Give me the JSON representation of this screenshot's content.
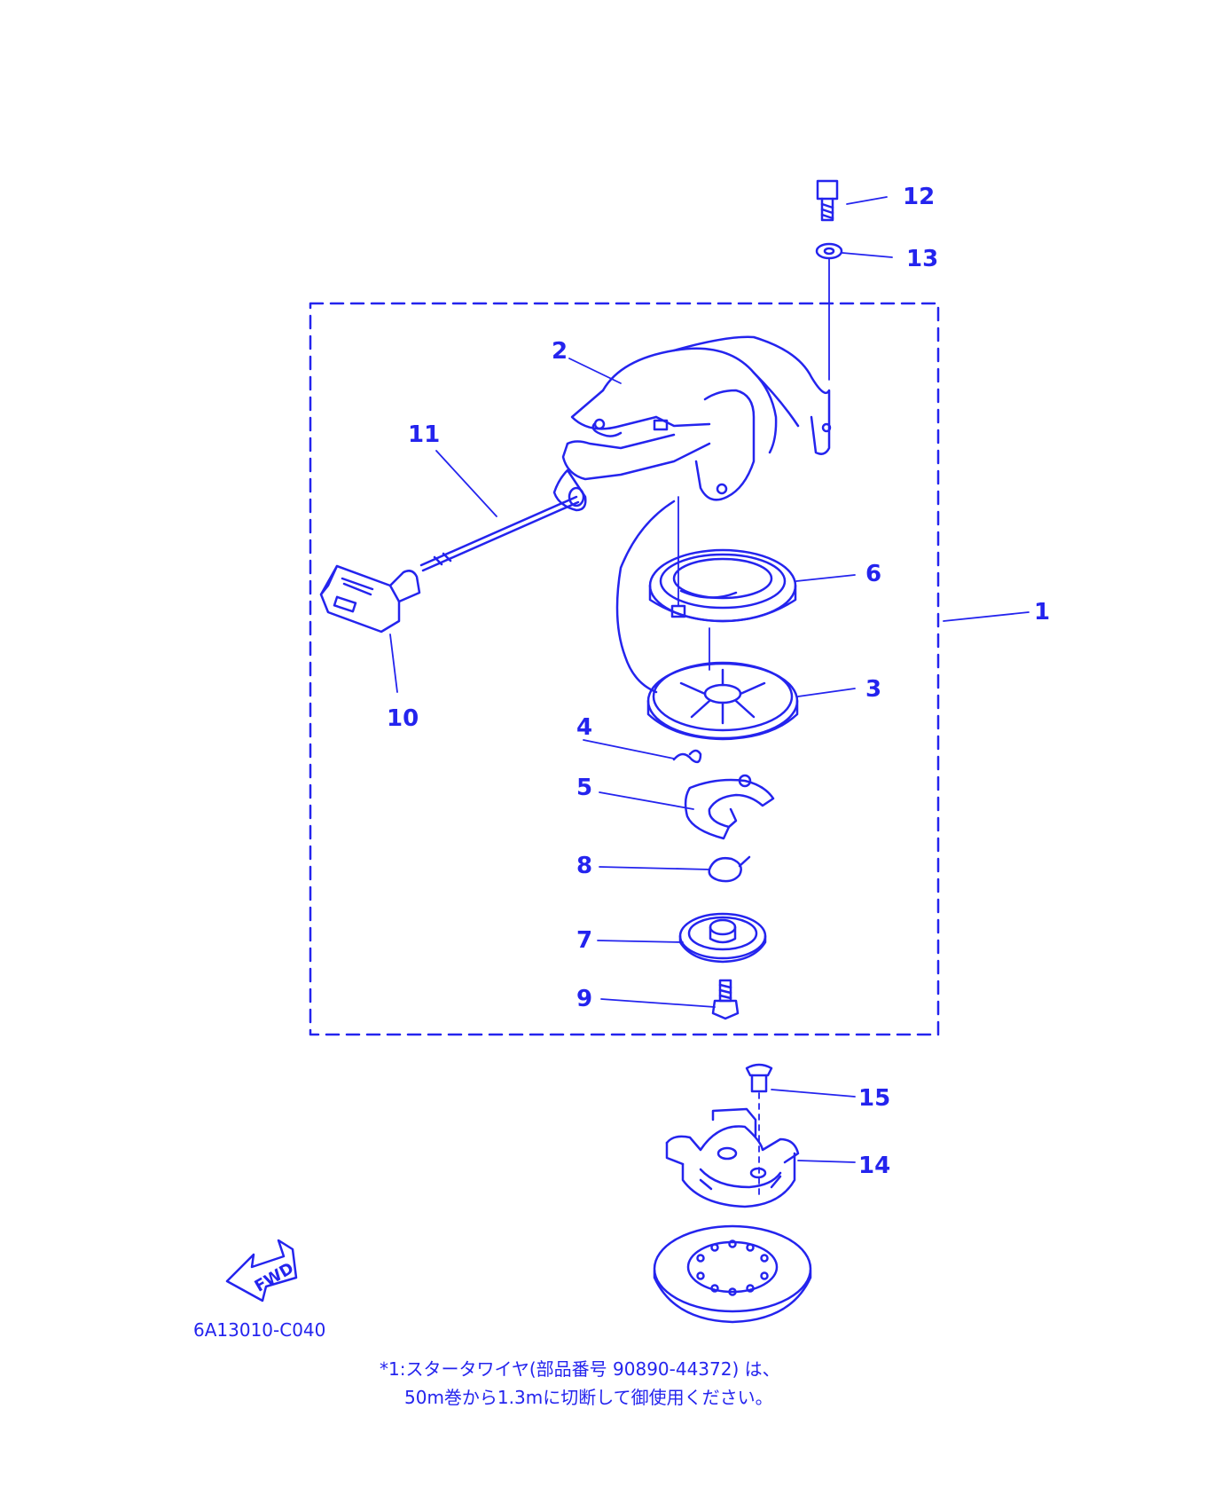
{
  "colors": {
    "ink": "#2424ee",
    "background": "#ffffff"
  },
  "callouts": {
    "n1": "1",
    "n2": "2",
    "n3": "3",
    "n4": "4",
    "n5": "5",
    "n6": "6",
    "n7": "7",
    "n8": "8",
    "n9": "9",
    "n10": "10",
    "n11": "11",
    "n12": "12",
    "n13": "13",
    "n14": "14",
    "n15": "15"
  },
  "fwd_label": "FWD",
  "diagram_code": "6A13010-C040",
  "footnote": {
    "line1": "*1:スタータワイヤ(部品番号 90890-44372) は、",
    "line2": "50m巻から1.3mに切断して御使用ください。"
  },
  "icons": [
    "fwd-arrow-icon"
  ]
}
